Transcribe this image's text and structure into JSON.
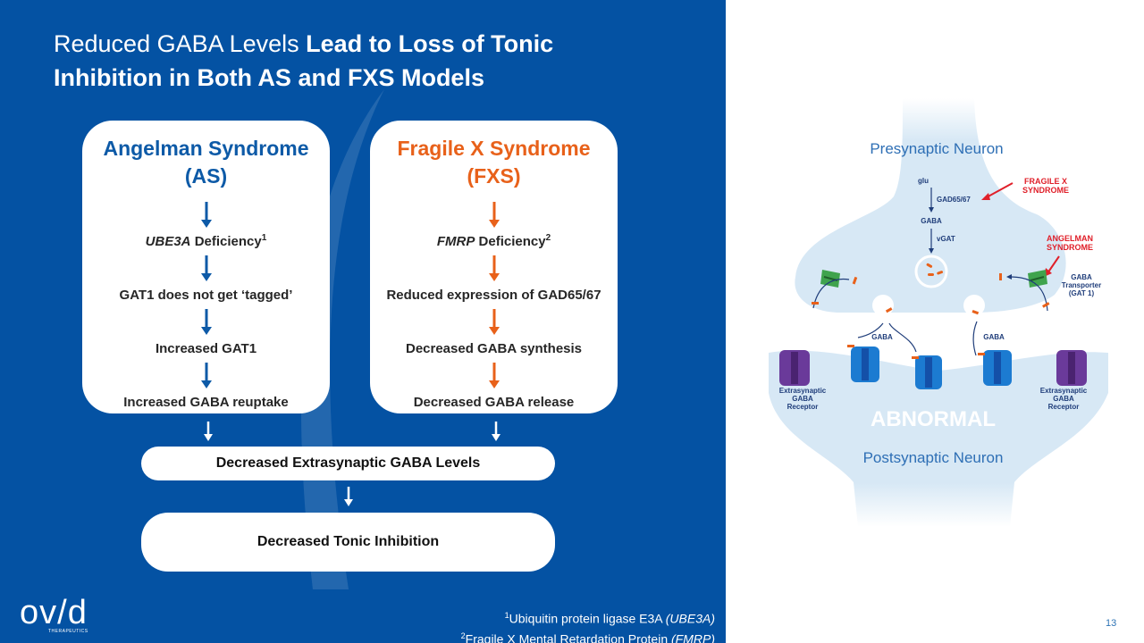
{
  "title": {
    "light": "Reduced GABA Levels ",
    "bold_part1": "Lead to Loss of Tonic",
    "bold_part2": "Inhibition in Both AS and FXS Models"
  },
  "colors": {
    "background": "#0452a3",
    "as_accent": "#0d5aa7",
    "fxs_accent": "#e8611a",
    "annotation_red": "#e0202a"
  },
  "as_card": {
    "header_line1": "Angelman Syndrome",
    "header_line2": "(AS)",
    "steps": [
      {
        "italic": "UBE3A",
        "text": " Deficiency",
        "sup": "1"
      },
      {
        "text": "GAT1 does not get ‘tagged’"
      },
      {
        "text": "Increased GAT1"
      },
      {
        "text": "Increased GABA reuptake"
      }
    ]
  },
  "fxs_card": {
    "header_line1": "Fragile X Syndrome",
    "header_line2": "(FXS)",
    "steps": [
      {
        "italic": "FMRP",
        "text": " Deficiency",
        "sup": "2"
      },
      {
        "text": "Reduced expression of GAD65/67"
      },
      {
        "text": "Decreased GABA synthesis"
      },
      {
        "text": "Decreased GABA release"
      }
    ]
  },
  "outcomes": {
    "pill1": "Decreased Extrasynaptic GABA Levels",
    "pill2": "Decreased Tonic Inhibition"
  },
  "footnotes": [
    {
      "sup": "1",
      "text": "Ubiquitin protein ligase E3A ",
      "italic": "(UBE3A)"
    },
    {
      "sup": "2",
      "text": "Fragile X Mental Retardation Protein ",
      "italic": "(FMRP)"
    }
  ],
  "logo": {
    "word": "ov/d",
    "sub": "THERAPEUTICS"
  },
  "page_number": "13",
  "diagram": {
    "presynaptic_label": "Presynaptic Neuron",
    "postsynaptic_label": "Postsynaptic Neuron",
    "glu": "glu",
    "gad": "GAD65/67",
    "gaba": "GABA",
    "vgat": "vGAT",
    "fxs_annotation_line1": "FRAGILE X",
    "fxs_annotation_line2": "SYNDROME",
    "as_annotation_line1": "ANGELMAN",
    "as_annotation_line2": "SYNDROME",
    "transporter_line1": "GABA",
    "transporter_line2": "Transporter",
    "transporter_line3": "(GAT 1)",
    "gaba_release_left": "GABA",
    "gaba_release_right": "GABA",
    "extrasyn_line1": "Extrasynaptic",
    "extrasyn_line2": "GABA",
    "extrasyn_line3": "Receptor",
    "state_label": "ABNORMAL"
  }
}
